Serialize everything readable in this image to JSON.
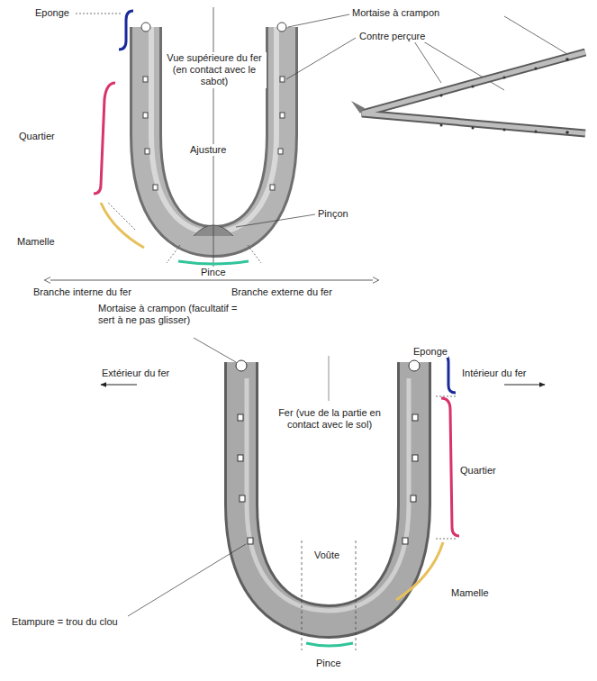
{
  "diagram": {
    "labels": [
      "Eponge",
      "Mortaise à crampon",
      "Contre perçure",
      "Vue supérieure du fer (en contact avec le sabot)",
      "Quartier",
      "Ajusture",
      "Pinçon",
      "Mamelle",
      "Pince",
      "Branche interne du fer",
      "Branche externe du fer",
      "Mortaise à crampon (facultatif = sert à ne pas glisser)",
      "Eponge",
      "Extérieur du fer",
      "Intérieur du fer",
      "Fer (vue de la partie en contact avec le sol)",
      "Quartier",
      "Voûte",
      "Etampure = trou du clou",
      "Mamelle",
      "Pince"
    ]
  }
}
